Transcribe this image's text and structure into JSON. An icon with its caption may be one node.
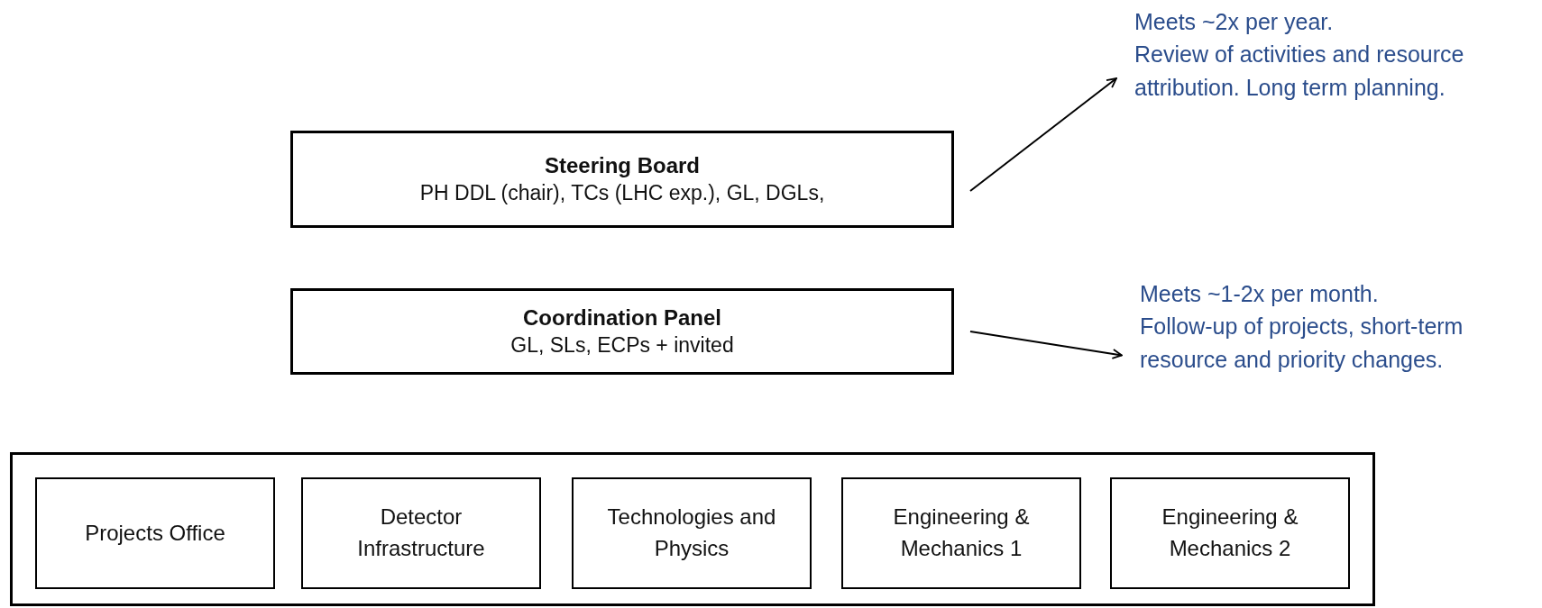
{
  "diagram": {
    "nodes": [
      {
        "text": [
          "Steering Board",
          "PH DDL (chair), TCs (LHC exp.), GL, DGLs,"
        ]
      },
      {
        "text": [
          "Coordination Panel",
          "GL, SLs, ECPs + invited"
        ]
      },
      {
        "text": [],
        "shape": "box"
      },
      {
        "text": [
          "Projects Office"
        ],
        "in": 2
      },
      {
        "text": [
          "Detector Infrastructure"
        ],
        "in": 2
      },
      {
        "text": [
          "Technologies and Physics"
        ],
        "in": 2
      },
      {
        "text": [
          "Engineering & Mechanics 1"
        ],
        "in": 2
      },
      {
        "text": [
          "Engineering & Mechanics 2"
        ],
        "in": 2
      },
      {
        "text": [
          "Meets ~2x per year.",
          "Review of activities and resource attribution. Long term planning."
        ]
      },
      {
        "text": [
          "Meets ~1-2x per month.",
          "Follow-up of projects, short-term resource and priority changes."
        ]
      }
    ],
    "edges": [
      {
        "from": 0,
        "to": 8,
        "arrow": "to"
      },
      {
        "from": 1,
        "to": 9,
        "arrow": "to"
      }
    ]
  }
}
